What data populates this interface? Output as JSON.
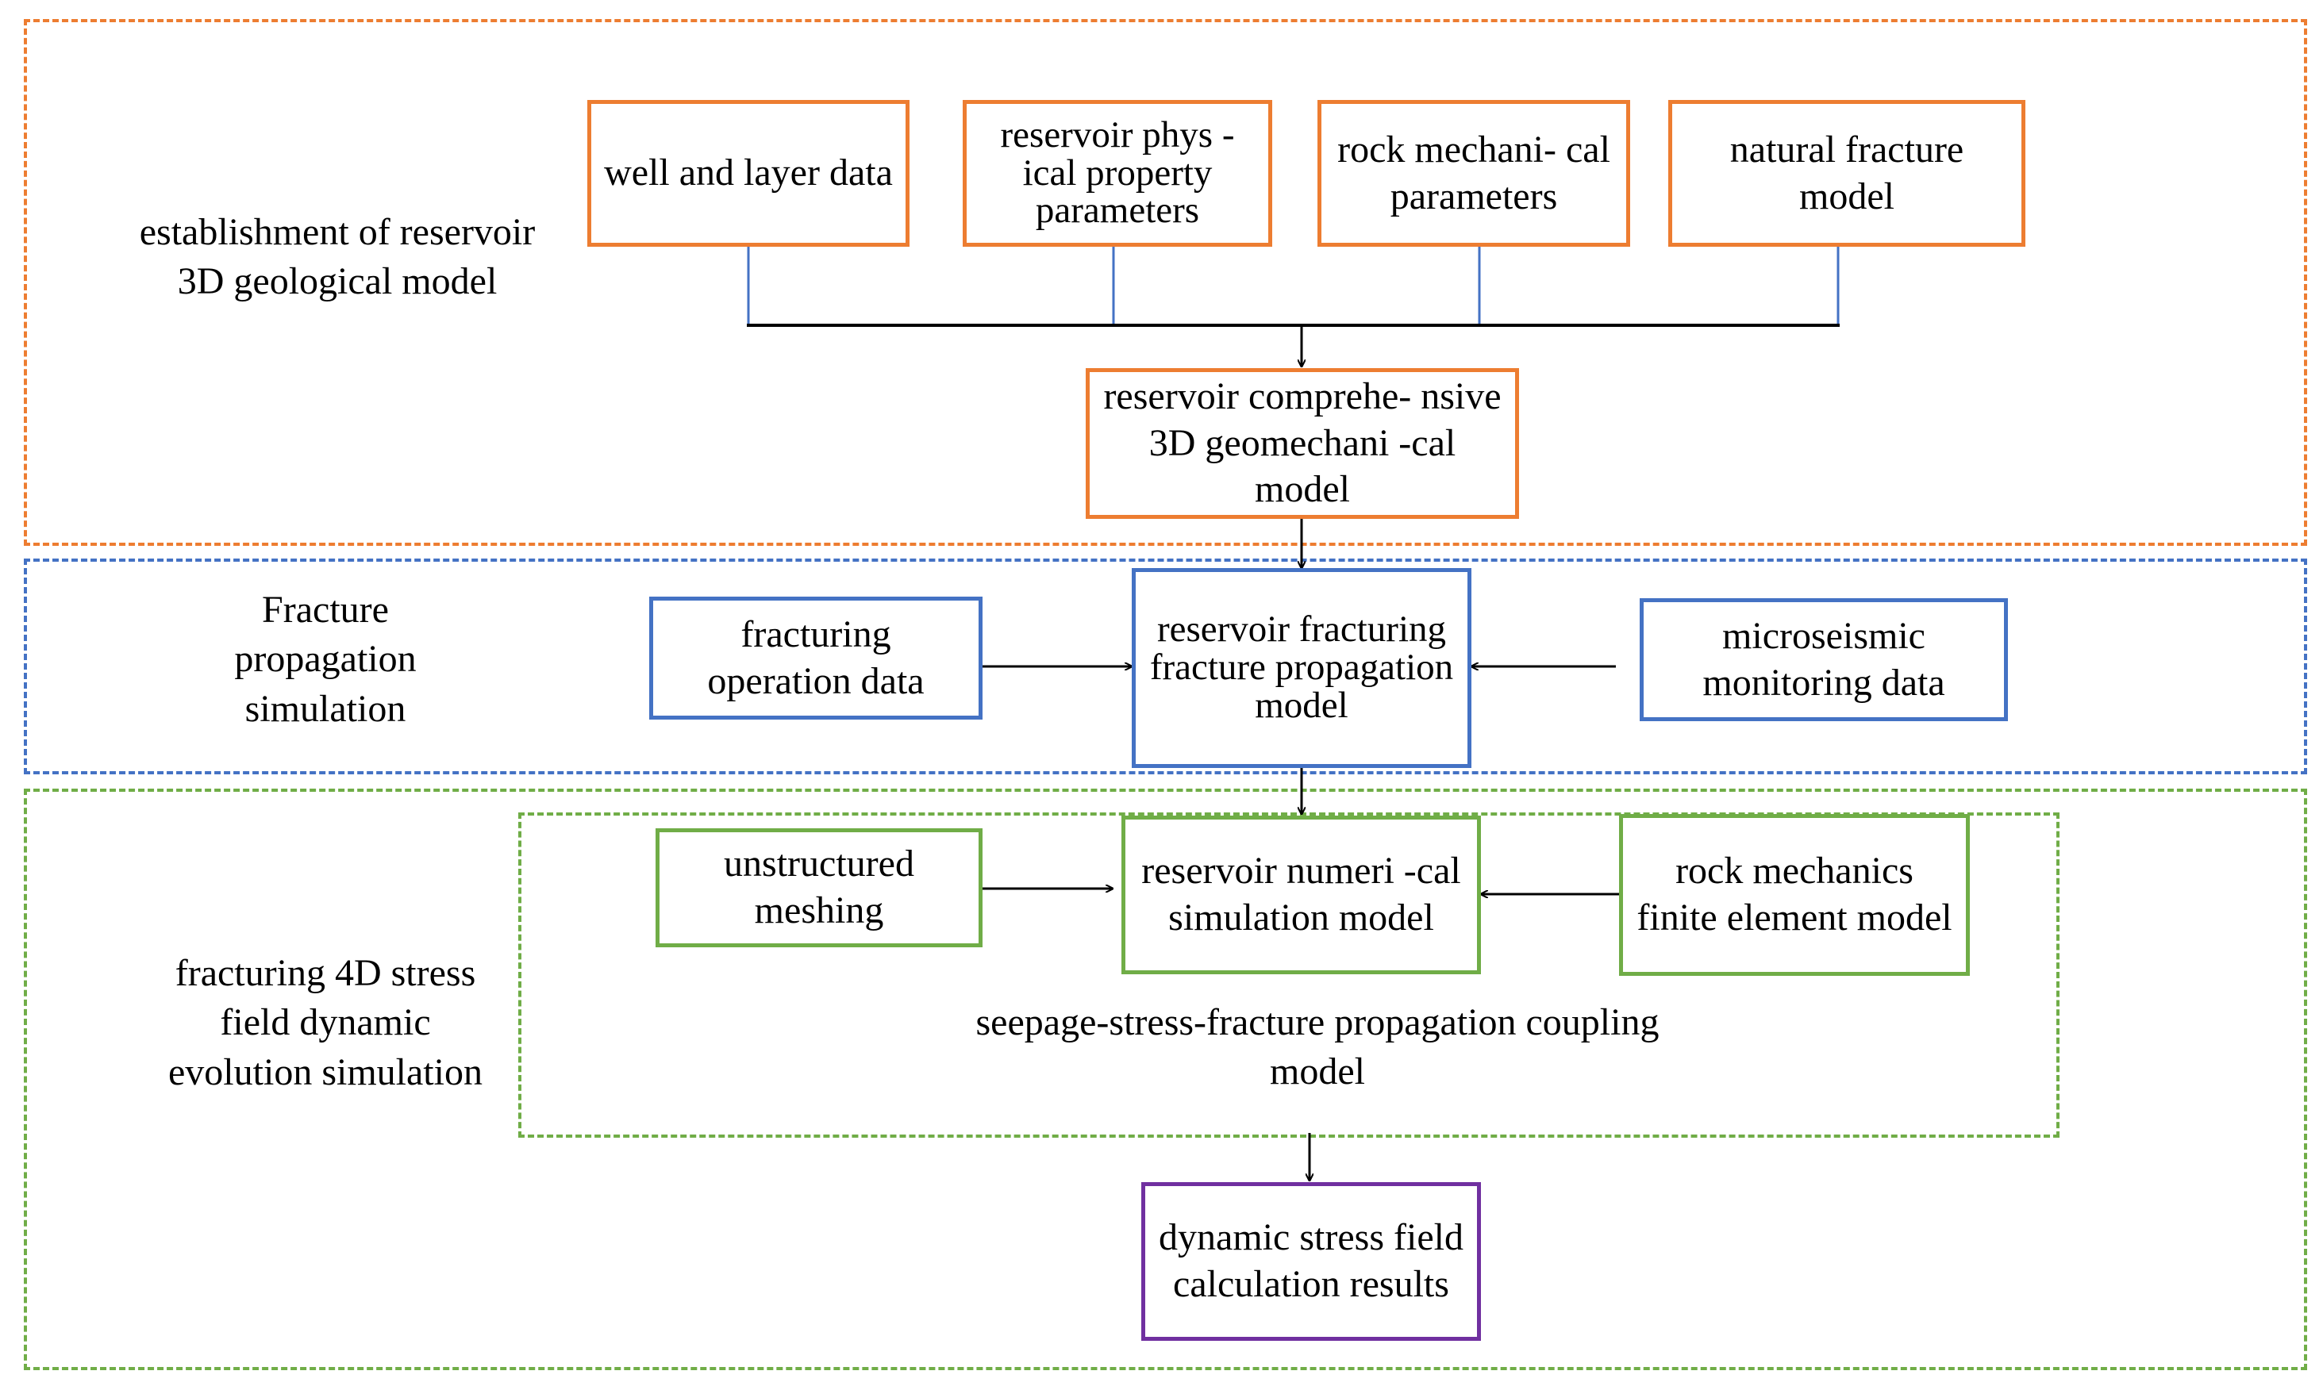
{
  "colors": {
    "geology": "#ED7D31",
    "fracture": "#4472C4",
    "stress": "#70AD47",
    "result": "#7030A0",
    "connector_blue": "#4472C4",
    "connector_black": "#000000"
  },
  "sections": {
    "geology": {
      "label": "establishment of reservoir 3D geological model"
    },
    "fracture": {
      "label": "Fracture propagation simulation"
    },
    "stress": {
      "label": "fracturing 4D stress field dynamic evolution simulation"
    }
  },
  "nodes": {
    "well_layer": "well and layer data",
    "reservoir_physical": "reservoir phys -ical property parameters",
    "rock_mechanical": "rock mechani- cal parameters",
    "natural_fracture": "natural fracture model",
    "geomechanical": "reservoir comprehe- nsive 3D geomechani -cal model",
    "fracturing_operation": "fracturing operation data",
    "fracture_propagation": "reservoir fracturing fracture propagation model",
    "microseismic": "microseismic monitoring data",
    "unstructured_meshing": "unstructured meshing",
    "numerical_simulation": "reservoir numeri -cal simulation model",
    "finite_element": "rock mechanics finite element model",
    "coupling_label": "seepage-stress-fracture propagation coupling model",
    "dynamic_results": "dynamic stress field calculation results"
  }
}
